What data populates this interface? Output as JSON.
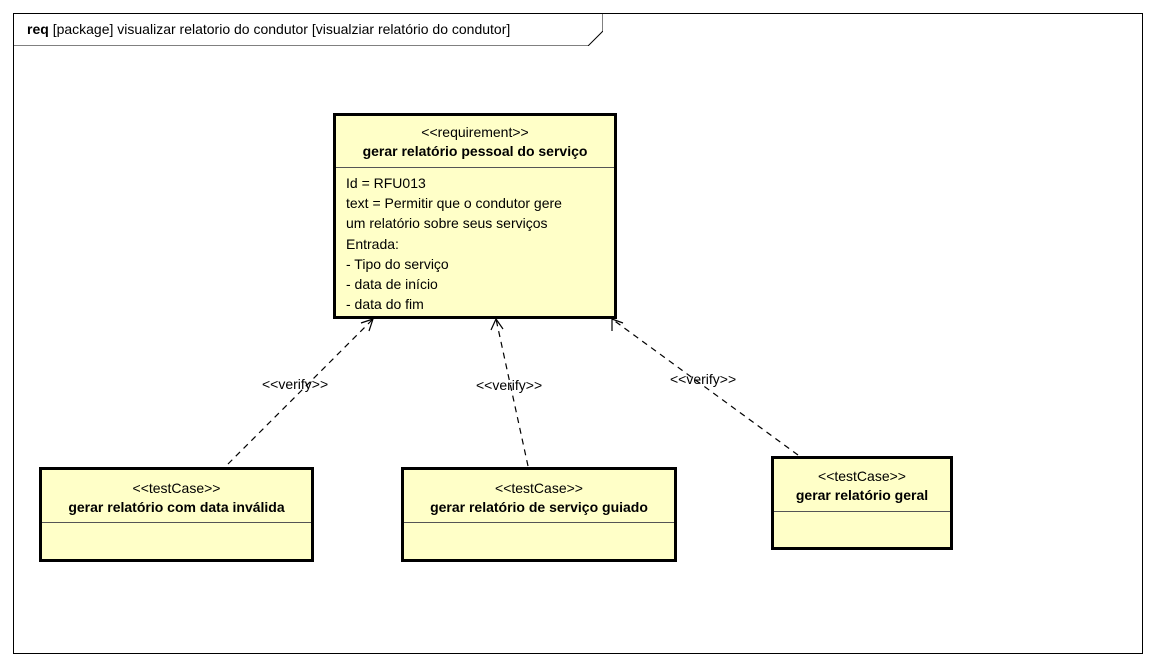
{
  "frame": {
    "keyword": "req",
    "title": "[package] visualizar relatorio do condutor [visualziar relatório do condutor]"
  },
  "requirement": {
    "stereotype": "<<requirement>>",
    "name": "gerar relatório pessoal do serviço",
    "lines": [
      "Id = RFU013",
      "text = Permitir que o condutor gere",
      "um relatório sobre seus serviços",
      "Entrada:",
      "- Tipo do serviço",
      "- data de início",
      "- data do fim"
    ]
  },
  "test_cases": [
    {
      "stereotype": "<<testCase>>",
      "name": "gerar relatório com data inválida"
    },
    {
      "stereotype": "<<testCase>>",
      "name": "gerar relatório de serviço guiado"
    },
    {
      "stereotype": "<<testCase>>",
      "name": "gerar relatório geral"
    }
  ],
  "links": [
    {
      "label": "<<verify>>"
    },
    {
      "label": "<<verify>>"
    },
    {
      "label": "<<verify>>"
    }
  ]
}
